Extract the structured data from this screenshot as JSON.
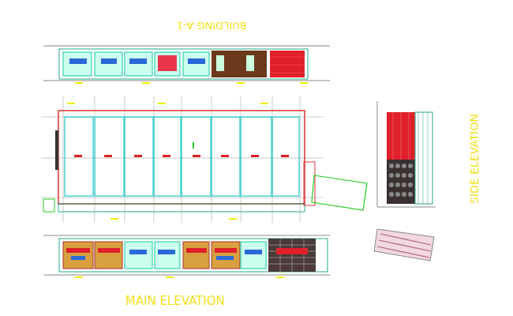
{
  "diagram": {
    "labels": [
      "BUILDING A-1",
      "SIDE ELEVATION",
      "MAIN ELEVATION"
    ]
  }
}
